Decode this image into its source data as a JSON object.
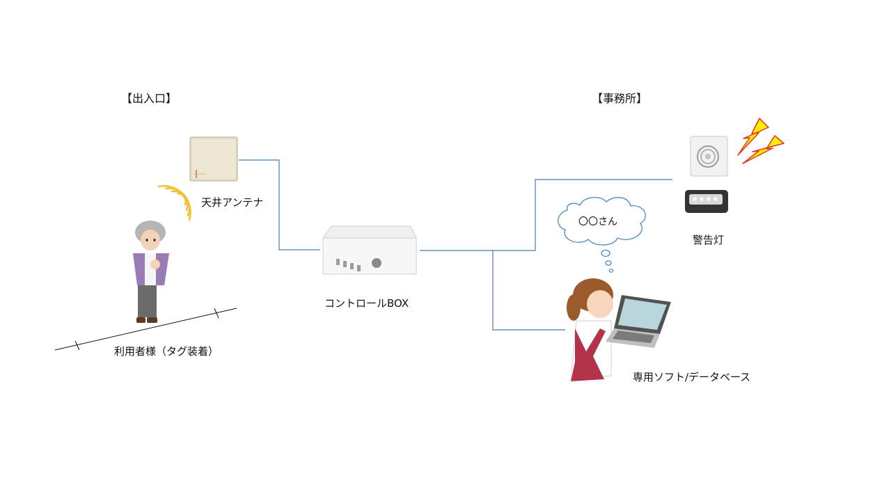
{
  "sections": {
    "entrance": "【出入口】",
    "office": "【事務所】"
  },
  "labels": {
    "antenna": "天井アンテナ",
    "user": "利用者様（タグ装着）",
    "control_box": "コントロールBOX",
    "warning_light": "警告灯",
    "software": "専用ソフト/データベース",
    "thought": "〇〇さん"
  },
  "colors": {
    "connector": "#4a7ab0",
    "radio_waves": "#f2c233",
    "lightning_fill": "#ffee00",
    "lightning_stroke": "#e53322"
  }
}
